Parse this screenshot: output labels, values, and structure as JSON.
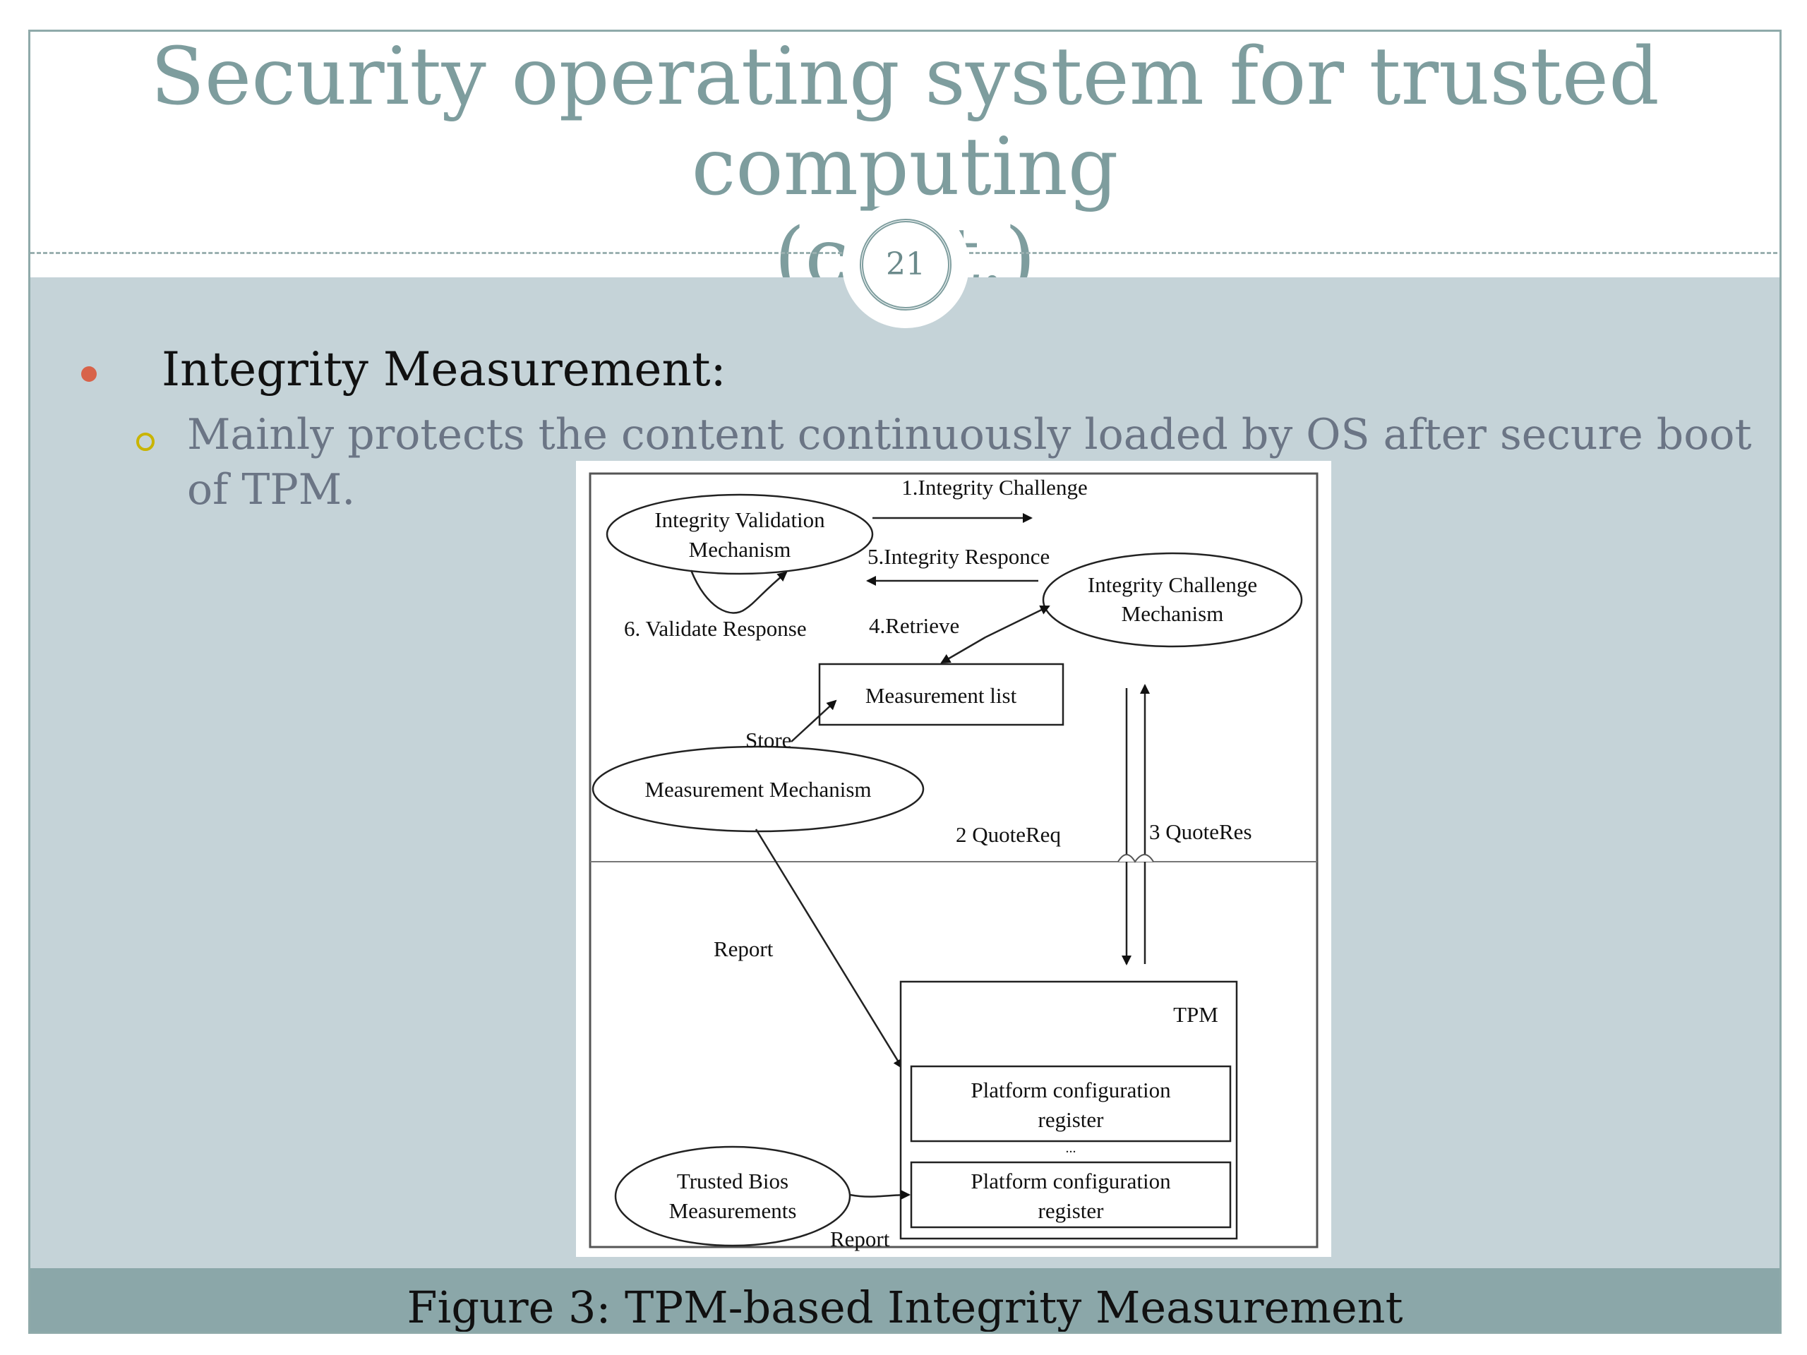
{
  "slide": {
    "title_line1": "Security operating system for trusted computing",
    "title_line2": "(cont.)",
    "page_number": "21",
    "bullet_heading": "Integrity Measurement:",
    "sub_bullet": "Mainly protects the content continuously loaded by OS after secure boot of TPM.",
    "caption": "Figure 3: TPM-based Integrity Measurement"
  },
  "diagram": {
    "ivm_line1": "Integrity Validation",
    "ivm_line2": "Mechanism",
    "icm_line1": "Integrity Challenge",
    "icm_line2": "Mechanism",
    "measurement_list": "Measurement list",
    "measurement_mechanism": "Measurement Mechanism",
    "tpm": "TPM",
    "pcr1_line1": "Platform configuration",
    "pcr1_line2": "register",
    "ellipsis": "...",
    "pcr2_line1": "Platform configuration",
    "pcr2_line2": "register",
    "bios_line1": "Trusted Bios",
    "bios_line2": "Measurements",
    "label_challenge": "1.Integrity Challenge",
    "label_response": "5.Integrity Responce",
    "label_validate": "6. Validate Response",
    "label_retrieve": "4.Retrieve",
    "label_store": "Store",
    "label_quotereq": "2 QuoteReq",
    "label_quoteres": "3 QuoteRes",
    "label_report1": "Report",
    "label_report2": "Report"
  },
  "colors": {
    "title": "#7e9d9e",
    "body_bg": "#c5d3d8",
    "footer_bg": "#8ba7a9",
    "bullet_dot": "#d8634a",
    "sub_bullet_ring": "#c9b400",
    "sub_text": "#6b7585"
  }
}
